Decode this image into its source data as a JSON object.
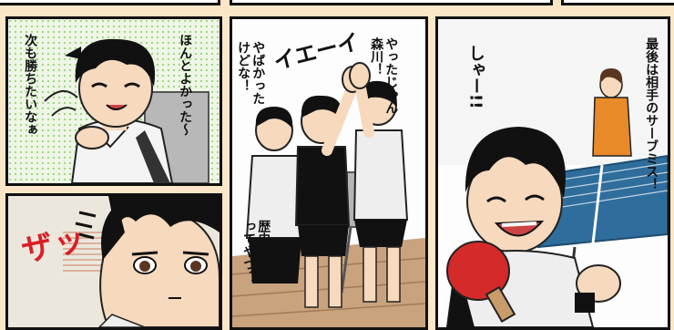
{
  "palette": {
    "background": "#fbe7c8",
    "border": "#111111",
    "sfx_red": "#d81f26",
    "table_blue": "#2f6d9c",
    "paddle_red": "#d42a2a",
    "skin": "#f7d9bd"
  },
  "panels": {
    "top_left": {
      "bubble_1": "ほんとよかった〜",
      "bubble_2": "次も勝ちたいなぁ"
    },
    "bottom_left": {
      "sfx": "ザッ"
    },
    "middle": {
      "shout": "イエーイ",
      "bubble_1": "やったじゃん\n森川！",
      "bubble_2": "やばかった\nけどな！",
      "bubble_3": "歴史的勝利\nってやつ？"
    },
    "right": {
      "caption": "最後は相手のサーブミス！",
      "shout": "しゃー!!"
    }
  }
}
